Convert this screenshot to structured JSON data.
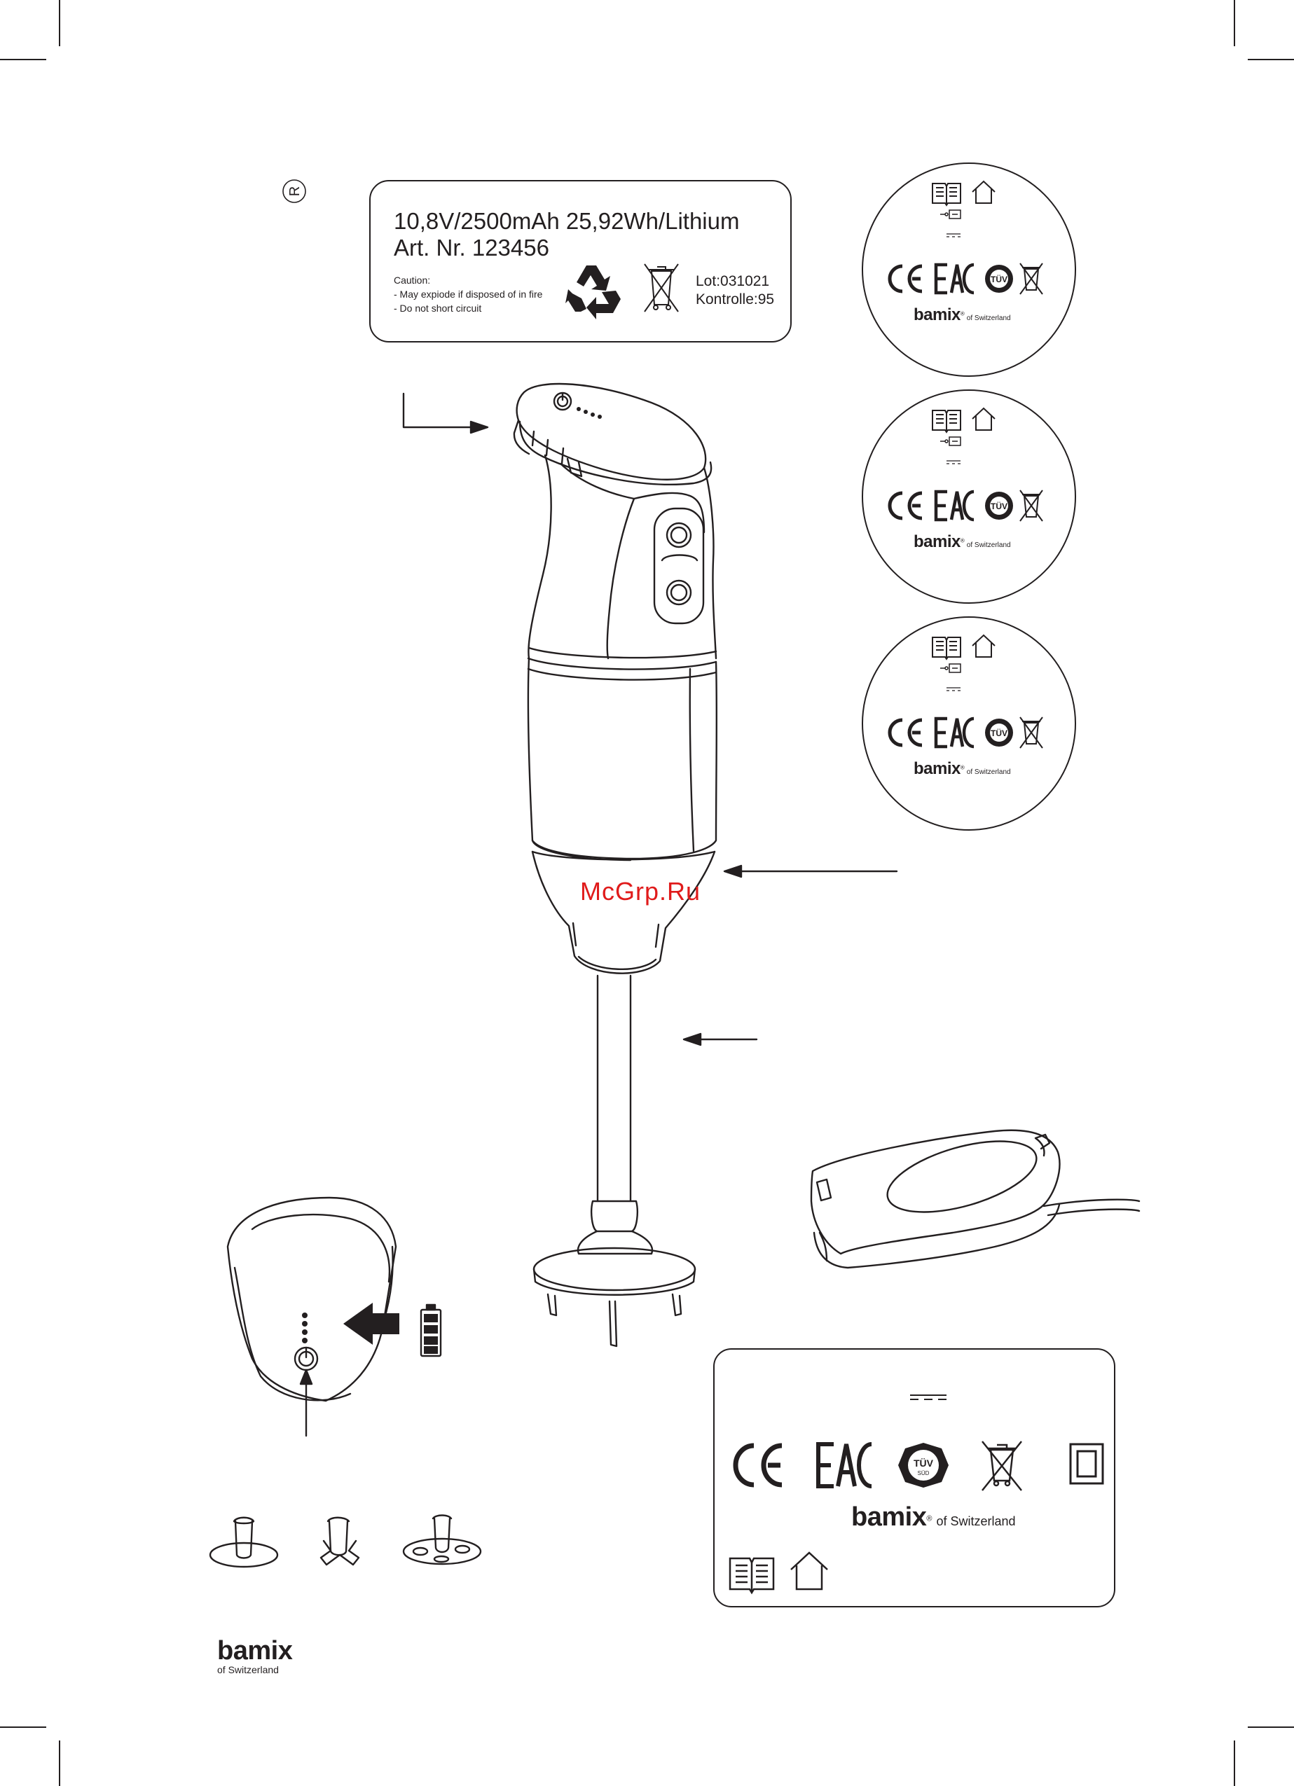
{
  "battery_label": {
    "line1": "10,8V/2500mAh 25,92Wh/Lithium",
    "line2": "Art.  Nr. 123456",
    "caution_title": "Caution:",
    "caution_1": "- May expiode if disposed of in fire",
    "caution_2": "- Do not short circuit",
    "lot": "Lot:031021",
    "kontrolle": "Kontrolle:95"
  },
  "registered_mark": "R",
  "rating_circles": [
    {
      "brand": "bamix",
      "brand_sub": "of Switzerland",
      "tuv": "TÜV"
    },
    {
      "brand": "bamix",
      "brand_sub": "of Switzerland",
      "tuv": "TÜV"
    },
    {
      "brand": "bamix",
      "brand_sub": "of Switzerland",
      "tuv": "TÜV"
    }
  ],
  "marks_box": {
    "brand": "bamix",
    "brand_sub": "of Switzerland",
    "tuv": "TÜV",
    "tuv_sub": "SÜD"
  },
  "watermark": "McGrp.Ru",
  "footer": {
    "brand": "bamix",
    "brand_sub": "of Switzerland"
  },
  "icons": [
    "registered-icon",
    "recycle-icon",
    "crossed-bin-icon",
    "manual-book-icon",
    "house-icon",
    "plug-icon",
    "dc-symbol-icon",
    "ce-mark-icon",
    "eac-mark-icon",
    "tuv-mark-icon",
    "double-insulation-icon",
    "power-button-icon",
    "battery-level-icon"
  ],
  "colors": {
    "line": "#231f20",
    "watermark": "#e01b1b",
    "background": "#ffffff"
  }
}
